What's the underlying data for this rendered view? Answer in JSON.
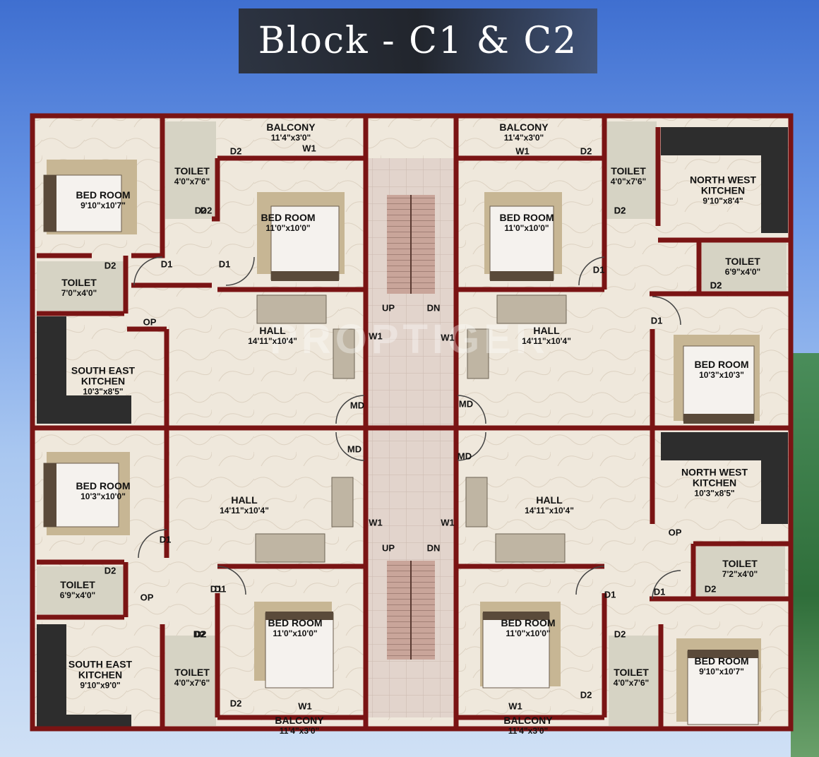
{
  "title": "Block - C1 & C2",
  "watermark": "PROPTIGER",
  "stair_labels": {
    "up": "UP",
    "down": "DN"
  },
  "rooms": [
    {
      "id": "c1-bed1",
      "name": "BED ROOM",
      "dim": "9'10\"x10'7\""
    },
    {
      "id": "c1-toilet1",
      "name": "TOILET",
      "dim": "4'0\"x7'6\""
    },
    {
      "id": "c1-balcony-top",
      "name": "BALCONY",
      "dim": "11'4\"x3'0\""
    },
    {
      "id": "c1-bed2",
      "name": "BED ROOM",
      "dim": "11'0\"x10'0\""
    },
    {
      "id": "c1-toilet2",
      "name": "TOILET",
      "dim": "7'0\"x4'0\""
    },
    {
      "id": "c1-kitchen",
      "name": "SOUTH EAST\nKITCHEN",
      "dim": "10'3\"x8'5\""
    },
    {
      "id": "c1-hall",
      "name": "HALL",
      "dim": "14'11\"x10'4\""
    },
    {
      "id": "c2-balcony-top",
      "name": "BALCONY",
      "dim": "11'4\"x3'0\""
    },
    {
      "id": "c2-toilet1",
      "name": "TOILET",
      "dim": "4'0\"x7'6\""
    },
    {
      "id": "c2-kitchen",
      "name": "NORTH WEST\nKITCHEN",
      "dim": "9'10\"x8'4\""
    },
    {
      "id": "c2-bed1",
      "name": "BED ROOM",
      "dim": "11'0\"x10'0\""
    },
    {
      "id": "c2-toilet2",
      "name": "TOILET",
      "dim": "6'9\"x4'0\""
    },
    {
      "id": "c2-hall",
      "name": "HALL",
      "dim": "14'11\"x10'4\""
    },
    {
      "id": "c2-bed2",
      "name": "BED ROOM",
      "dim": "10'3\"x10'3\""
    },
    {
      "id": "c3-bed1",
      "name": "BED ROOM",
      "dim": "10'3\"x10'0\""
    },
    {
      "id": "c3-hall",
      "name": "HALL",
      "dim": "14'11\"x10'4\""
    },
    {
      "id": "c3-toilet1",
      "name": "TOILET",
      "dim": "6'9\"x4'0\""
    },
    {
      "id": "c3-kitchen",
      "name": "SOUTH EAST\nKITCHEN",
      "dim": "9'10\"x9'0\""
    },
    {
      "id": "c3-toilet2",
      "name": "TOILET",
      "dim": "4'0\"x7'6\""
    },
    {
      "id": "c3-bed2",
      "name": "BED ROOM",
      "dim": "11'0\"x10'0\""
    },
    {
      "id": "c3-balcony-bottom",
      "name": "BALCONY",
      "dim": "11'4\"x3'0\""
    },
    {
      "id": "c4-kitchen",
      "name": "NORTH WEST\nKITCHEN",
      "dim": "10'3\"x8'5\""
    },
    {
      "id": "c4-hall",
      "name": "HALL",
      "dim": "14'11\"x10'4\""
    },
    {
      "id": "c4-toilet1",
      "name": "TOILET",
      "dim": "7'2\"x4'0\""
    },
    {
      "id": "c4-bed1",
      "name": "BED ROOM",
      "dim": "11'0\"x10'0\""
    },
    {
      "id": "c4-toilet2",
      "name": "TOILET",
      "dim": "4'0\"x7'6\""
    },
    {
      "id": "c4-bed2",
      "name": "BED ROOM",
      "dim": "9'10\"x10'7\""
    },
    {
      "id": "c4-balcony-bottom",
      "name": "BALCONY",
      "dim": "11'4\"x3'0\""
    }
  ],
  "tags": [
    "D2",
    "W1",
    "D2",
    "W1",
    "D2",
    "D2",
    "D1",
    "D1",
    "D2",
    "OP",
    "W1",
    "W1",
    "MD",
    "MD",
    "D2",
    "D1",
    "D2",
    "D1",
    "MD",
    "MD",
    "W1",
    "W1",
    "D1",
    "D2",
    "D1",
    "D1",
    "D1",
    "D1",
    "D2",
    "OP",
    "OP",
    "D2",
    "D2",
    "D2",
    "W1",
    "D2",
    "W1",
    "D2",
    "D2",
    "D2"
  ]
}
